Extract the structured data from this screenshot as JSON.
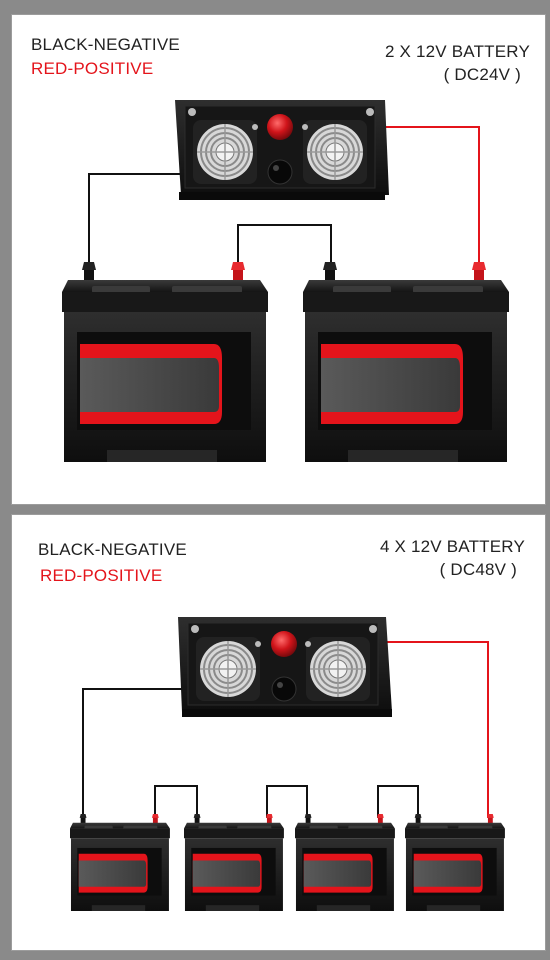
{
  "colors": {
    "negative_wire": "#111111",
    "positive_wire": "#e4141b",
    "battery_body": "#1c1c1c",
    "battery_stripe": "#e4141b"
  },
  "panels": [
    {
      "legend_negative": "BLACK-NEGATIVE",
      "legend_positive": "RED-POSITIVE",
      "config_title": "2 X 12V BATTERY",
      "config_voltage": "( DC24V )",
      "battery_count": 2
    },
    {
      "legend_negative": "BLACK-NEGATIVE",
      "legend_positive": "RED-POSITIVE",
      "config_title": "4 X 12V BATTERY",
      "config_voltage": "( DC48V )",
      "battery_count": 4
    }
  ],
  "icons": {
    "inverter": "inverter-icon",
    "fan": "fan-icon",
    "battery": "battery-icon"
  }
}
